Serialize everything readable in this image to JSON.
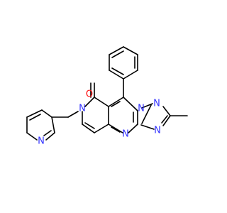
{
  "colors": {
    "bond": "#000000",
    "N": "#3333ff",
    "O": "#ff0d0d",
    "background": "#ffffff"
  },
  "atoms": {
    "O1": "O",
    "N_pyridone": "N",
    "N_pyr_ring": "N",
    "N_triazole_1": "N",
    "N_triazole_2": "N",
    "N_pyrimidine": "N",
    "N_pyridine": "N"
  }
}
